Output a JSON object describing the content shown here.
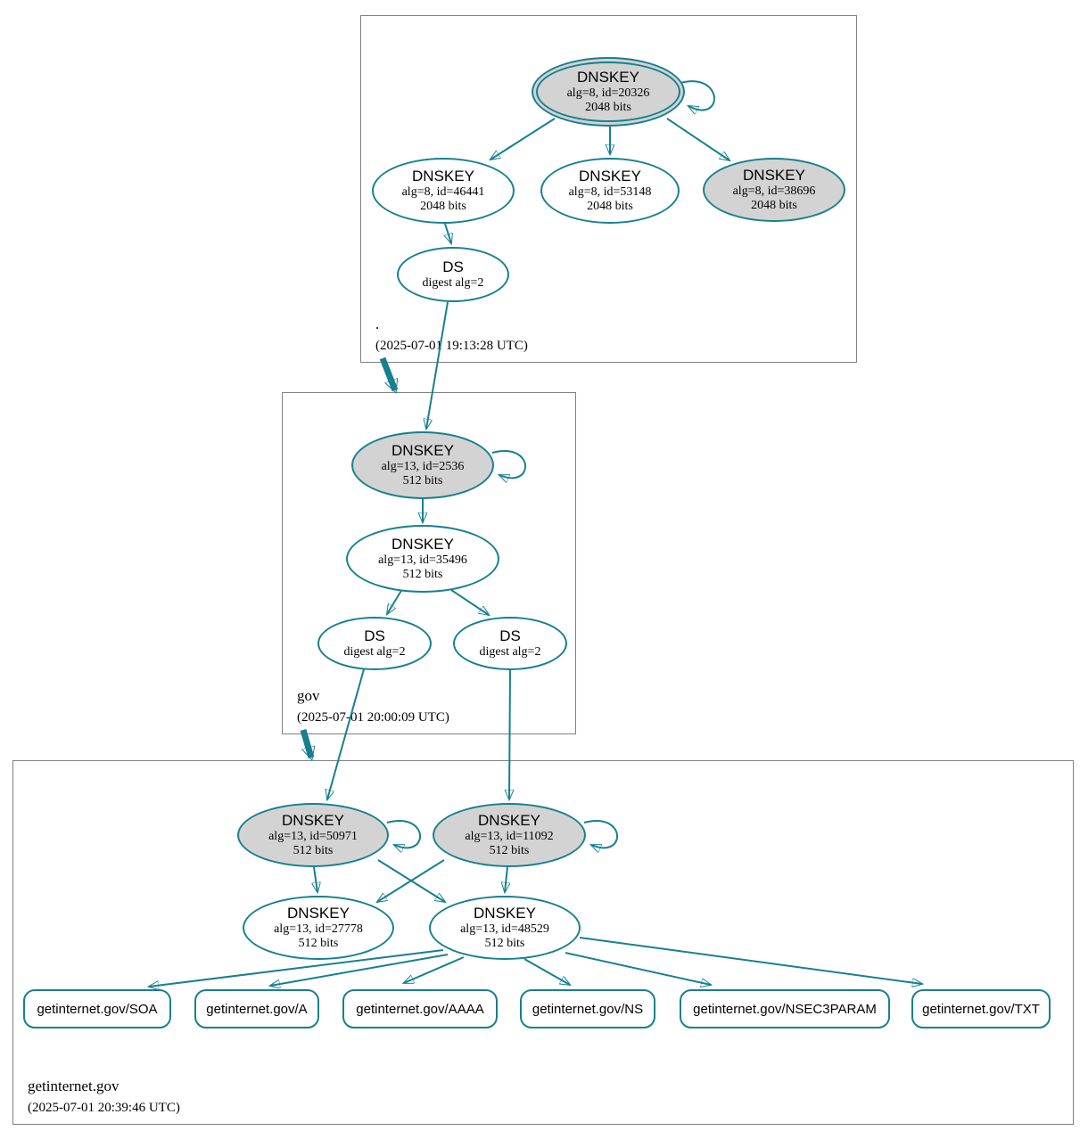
{
  "diagram": {
    "type": "dnssec-trust-chain",
    "colors": {
      "edge": "#17808f",
      "node_border": "#17808f",
      "ksk_fill": "#d3d3d3",
      "node_fill": "#ffffff",
      "zone_box_border": "#808080"
    },
    "zones": [
      {
        "name": ".",
        "timestamp": "(2025-07-01 19:13:28 UTC)",
        "nodes": [
          {
            "title": "DNSKEY",
            "detail1": "alg=8, id=20326",
            "detail2": "2048 bits"
          },
          {
            "title": "DNSKEY",
            "detail1": "alg=8, id=46441",
            "detail2": "2048 bits"
          },
          {
            "title": "DNSKEY",
            "detail1": "alg=8, id=53148",
            "detail2": "2048 bits"
          },
          {
            "title": "DNSKEY",
            "detail1": "alg=8, id=38696",
            "detail2": "2048 bits"
          },
          {
            "title": "DS",
            "detail1": "digest alg=2"
          }
        ]
      },
      {
        "name": "gov",
        "timestamp": "(2025-07-01 20:00:09 UTC)",
        "nodes": [
          {
            "title": "DNSKEY",
            "detail1": "alg=13, id=2536",
            "detail2": "512 bits"
          },
          {
            "title": "DNSKEY",
            "detail1": "alg=13, id=35496",
            "detail2": "512 bits"
          },
          {
            "title": "DS",
            "detail1": "digest alg=2"
          },
          {
            "title": "DS",
            "detail1": "digest alg=2"
          }
        ]
      },
      {
        "name": "getinternet.gov",
        "timestamp": "(2025-07-01 20:39:46 UTC)",
        "nodes": [
          {
            "title": "DNSKEY",
            "detail1": "alg=13, id=50971",
            "detail2": "512 bits"
          },
          {
            "title": "DNSKEY",
            "detail1": "alg=13, id=11092",
            "detail2": "512 bits"
          },
          {
            "title": "DNSKEY",
            "detail1": "alg=13, id=27778",
            "detail2": "512 bits"
          },
          {
            "title": "DNSKEY",
            "detail1": "alg=13, id=48529",
            "detail2": "512 bits"
          }
        ],
        "rrsets": [
          {
            "label": "getinternet.gov/SOA"
          },
          {
            "label": "getinternet.gov/A"
          },
          {
            "label": "getinternet.gov/AAAA"
          },
          {
            "label": "getinternet.gov/NS"
          },
          {
            "label": "getinternet.gov/NSEC3PARAM"
          },
          {
            "label": "getinternet.gov/TXT"
          }
        ]
      }
    ]
  }
}
